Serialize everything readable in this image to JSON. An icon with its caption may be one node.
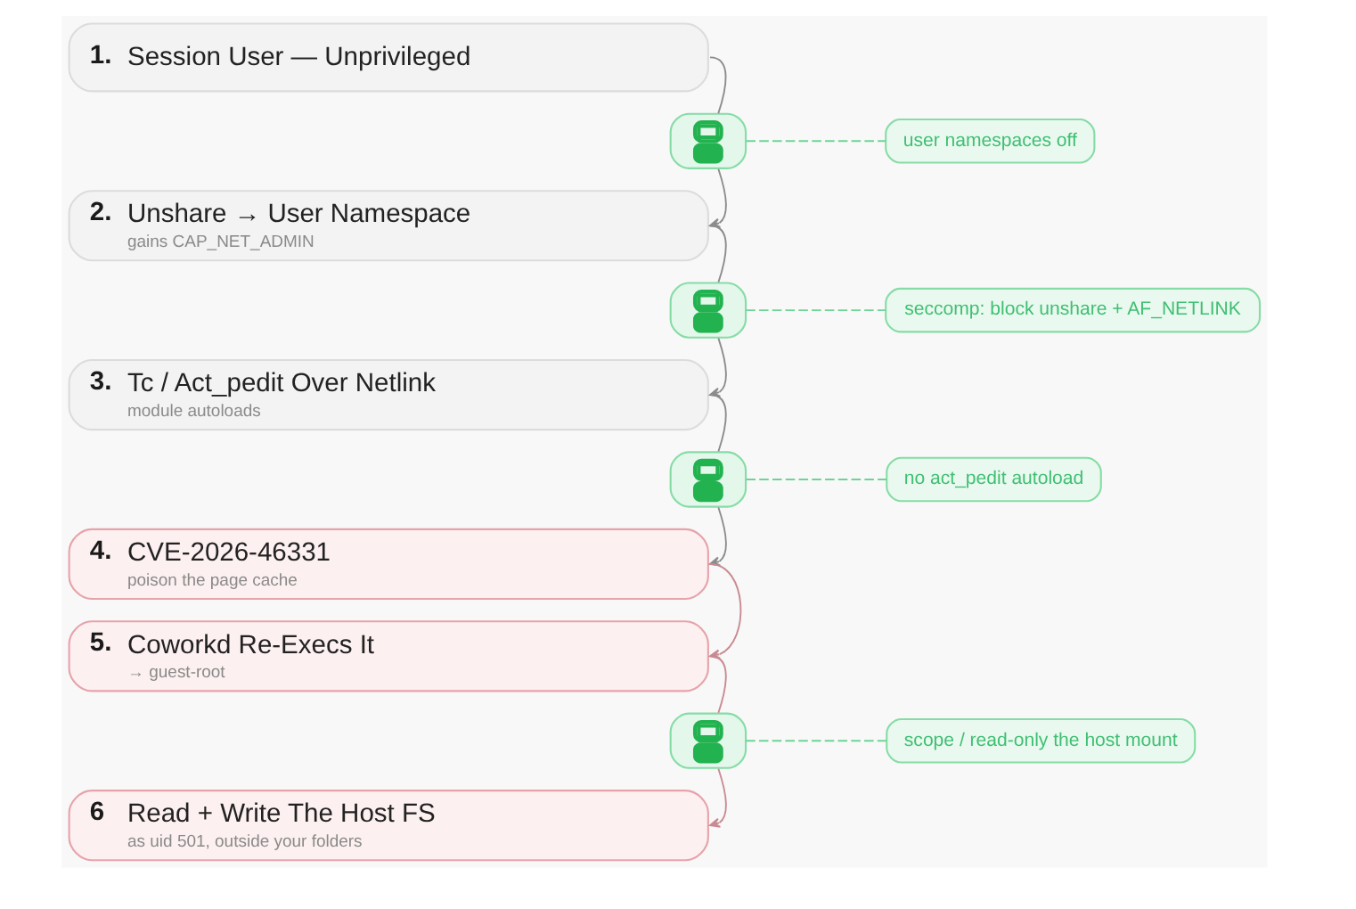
{
  "diagram": {
    "nodes": [
      {
        "text": [
          "1.",
          "Session User — Unprivileged"
        ]
      },
      {
        "text": [],
        "shape": "lock"
      },
      {
        "text": [
          "user namespaces off"
        ]
      },
      {
        "text": [
          "2.",
          "Unshare → User Namespace",
          "gains CAP_NET_ADMIN"
        ]
      },
      {
        "text": [],
        "shape": "lock"
      },
      {
        "text": [
          "seccomp: block unshare + AF_NETLINK"
        ]
      },
      {
        "text": [
          "3.",
          "Tc / Act_pedit Over Netlink",
          "module autoloads"
        ]
      },
      {
        "text": [],
        "shape": "lock"
      },
      {
        "text": [
          "no act_pedit autoload"
        ]
      },
      {
        "text": [
          "4.",
          "CVE-2026-46331",
          "poison the page cache"
        ]
      },
      {
        "text": [
          "5.",
          "Coworkd Re-Execs It",
          "→ guest-root"
        ]
      },
      {
        "text": [],
        "shape": "lock"
      },
      {
        "text": [
          "scope / read-only the host mount"
        ]
      },
      {
        "text": [
          "6",
          "Read + Write The Host FS",
          "as uid 501, outside your folders"
        ]
      }
    ],
    "edges": [
      {
        "from": 0,
        "to": 1,
        "arrow": "none"
      },
      {
        "from": 1,
        "to": 3,
        "arrow": "to"
      },
      {
        "from": 1,
        "to": 2,
        "arrow": "none",
        "style": "dashed",
        "color": "#6fd396"
      },
      {
        "from": 3,
        "to": 4,
        "arrow": "none"
      },
      {
        "from": 4,
        "to": 6,
        "arrow": "to"
      },
      {
        "from": 4,
        "to": 5,
        "arrow": "none",
        "style": "dashed",
        "color": "#6fd396"
      },
      {
        "from": 6,
        "to": 7,
        "arrow": "none"
      },
      {
        "from": 7,
        "to": 9,
        "arrow": "to"
      },
      {
        "from": 7,
        "to": 8,
        "arrow": "none",
        "style": "dashed",
        "color": "#6fd396"
      },
      {
        "from": 9,
        "to": 10,
        "arrow": "to",
        "color": "#c98a92"
      },
      {
        "from": 10,
        "to": 11,
        "arrow": "none",
        "color": "#c98a92"
      },
      {
        "from": 11,
        "to": 13,
        "arrow": "to",
        "color": "#c98a92"
      },
      {
        "from": 11,
        "to": 12,
        "arrow": "none",
        "style": "dashed",
        "color": "#6fd396"
      }
    ]
  }
}
